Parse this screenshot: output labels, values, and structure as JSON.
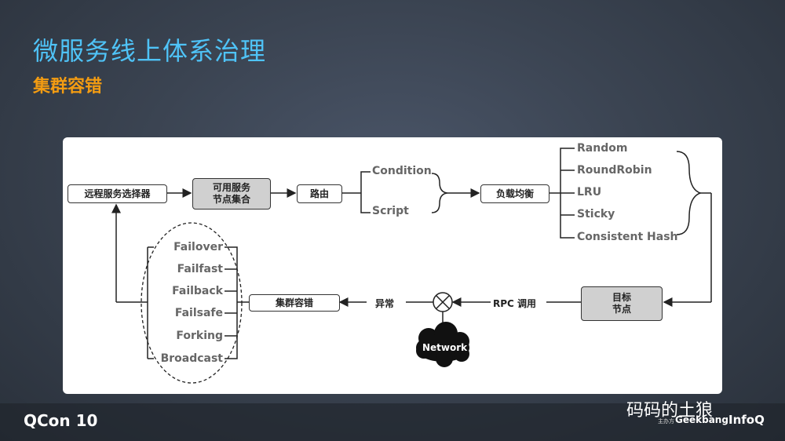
{
  "header": {
    "title": "微服务线上体系治理",
    "subtitle": "集群容错"
  },
  "diagram": {
    "nodes": {
      "remote_selector": "远程服务选择器",
      "available_line1": "可用服务",
      "available_line2": "节点集合",
      "routing": "路由",
      "load_balance": "负载均衡",
      "target_line1": "目标",
      "target_line2": "节点",
      "cluster_fault": "集群容错"
    },
    "routing_options": [
      "Condition",
      "Script"
    ],
    "lb_options": [
      "Random",
      "RoundRobin",
      "LRU",
      "Sticky",
      "Consistent Hash"
    ],
    "fault_options": [
      "Failover",
      "Failfast",
      "Failback",
      "Failsafe",
      "Forking",
      "Broadcast"
    ],
    "edge_labels": {
      "rpc_call": "RPC 调用",
      "exception": "异常"
    },
    "network": "Network"
  },
  "footer": {
    "brand": "QCon 10",
    "wechat": "码码的土狼",
    "geekbang": "Geekbang",
    "infoq": "InfoQ",
    "organizer": "主办方"
  }
}
